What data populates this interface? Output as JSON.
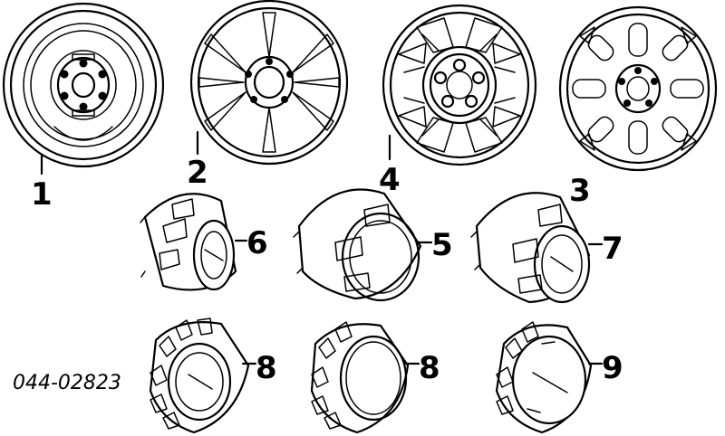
{
  "diagram_code": "044-02823",
  "callouts": {
    "c1": "1",
    "c2": "2",
    "c3": "3",
    "c4": "4",
    "c5": "5",
    "c6": "6",
    "c7": "7",
    "c8a": "8",
    "c8b": "8",
    "c9": "9"
  }
}
